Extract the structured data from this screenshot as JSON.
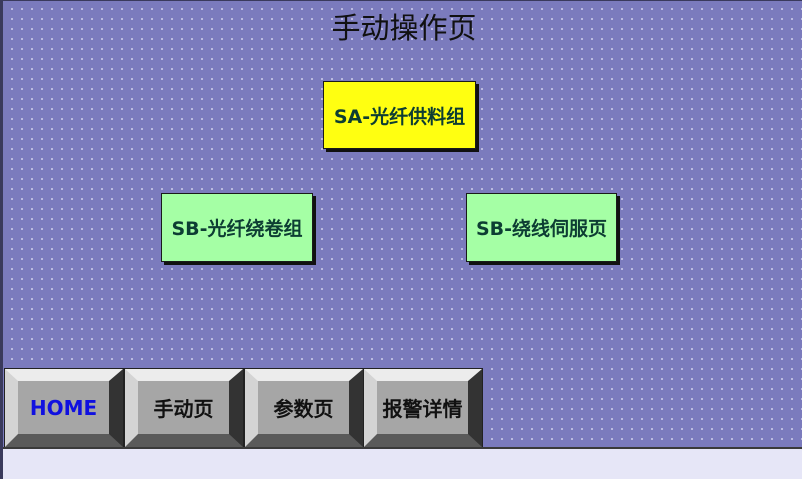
{
  "page": {
    "title": "手动操作页"
  },
  "group_buttons": [
    {
      "label": "SA-光纤供料组",
      "color": "#ffff11"
    },
    {
      "label": "SB-光纤绕卷组",
      "color": "#a5ffa5"
    },
    {
      "label": "SB-绕线伺服页",
      "color": "#a5ffa5"
    }
  ],
  "bottom_nav": [
    {
      "label": "HOME",
      "color": "#1010e0"
    },
    {
      "label": "手动页",
      "color": "#111111"
    },
    {
      "label": "参数页",
      "color": "#111111"
    },
    {
      "label": "报警详情",
      "color": "#111111"
    }
  ],
  "colors": {
    "background": "#7b7bbd",
    "status_bar": "#e6e6f7",
    "nav_button_face": "#a6a6a6"
  }
}
